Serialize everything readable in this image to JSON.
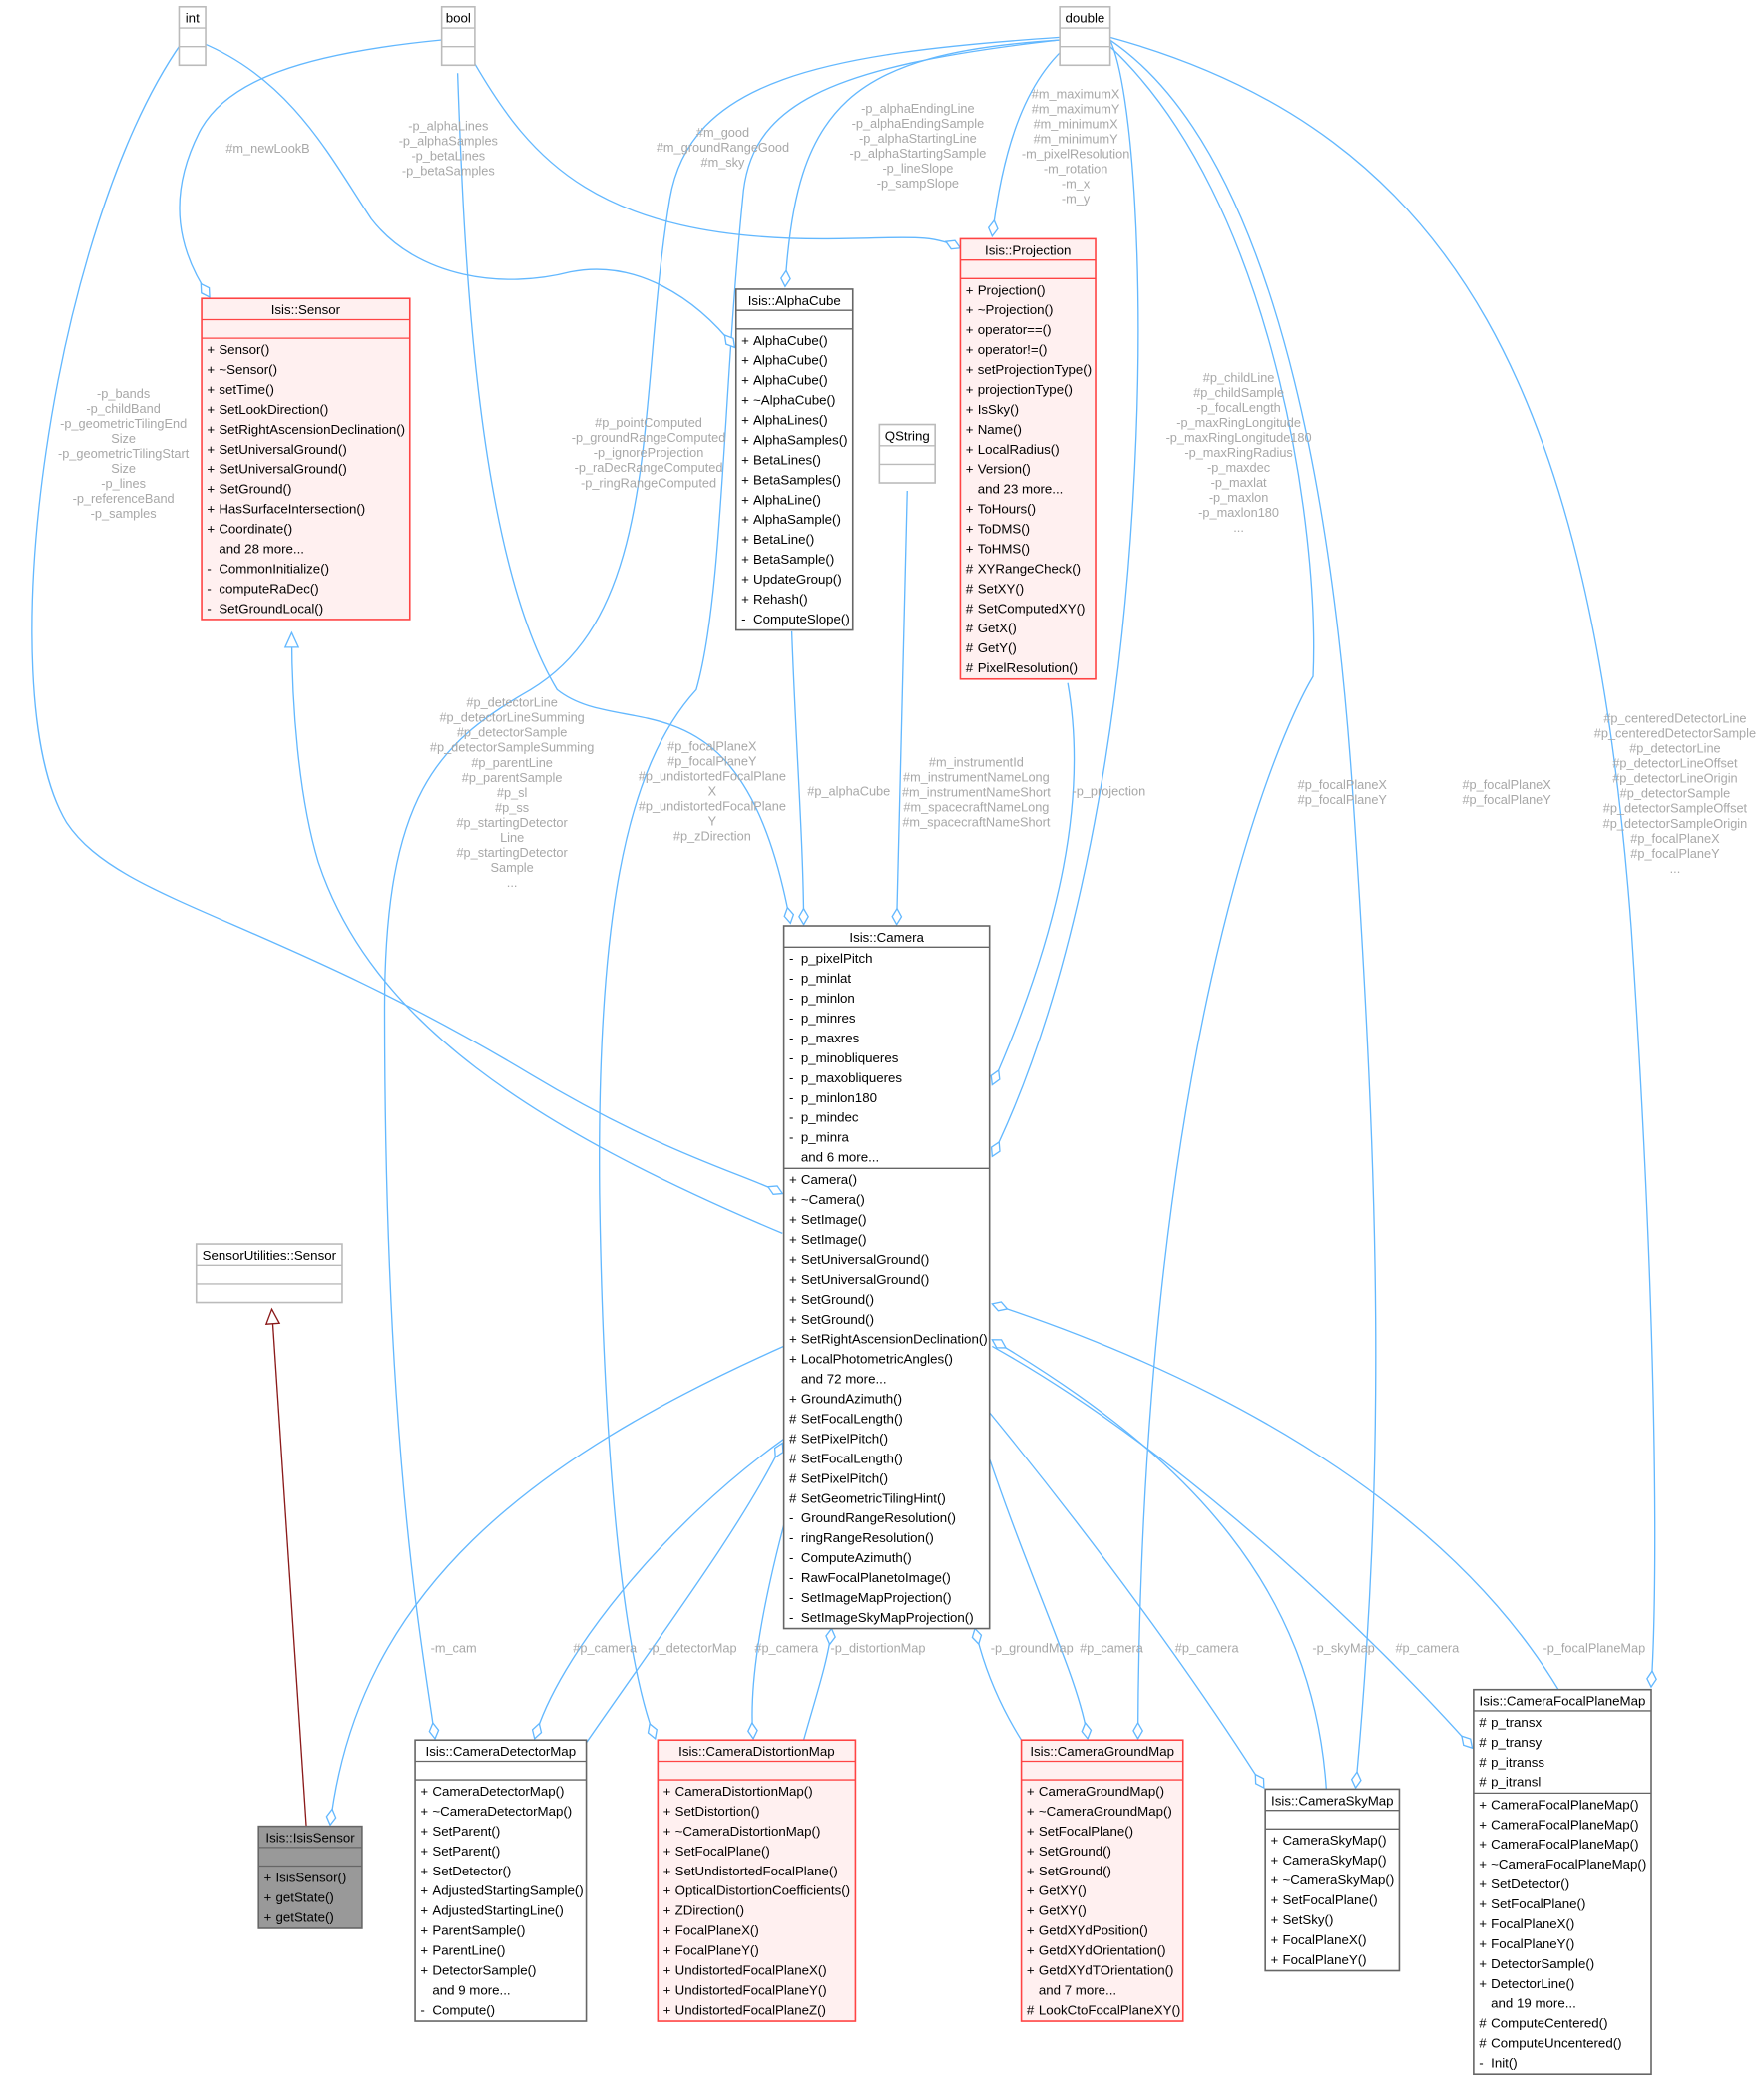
{
  "title": "Isis::IsisSensor collaboration diagram",
  "colors": {
    "edge": "#63b8ff",
    "inherit": "#8b1a1a",
    "label": "#a8a8a8",
    "red_border": "#ff4444",
    "red_fill": "#fff0f0",
    "gray_fill": "#999999"
  },
  "classes": [
    {
      "id": "int",
      "name": "int",
      "style": "prim",
      "attributes": [],
      "methods": []
    },
    {
      "id": "bool",
      "name": "bool",
      "style": "prim",
      "attributes": [],
      "methods": []
    },
    {
      "id": "double",
      "name": "double",
      "style": "prim",
      "attributes": [],
      "methods": []
    },
    {
      "id": "qstring",
      "name": "QString",
      "style": "prim",
      "attributes": [],
      "methods": []
    },
    {
      "id": "sensorutil",
      "name": "SensorUtilities::Sensor",
      "style": "prim",
      "attributes": [],
      "methods": []
    },
    {
      "id": "sensor",
      "name": "Isis::Sensor",
      "style": "red",
      "attributes": [],
      "methods": [
        {
          "v": "+",
          "n": "Sensor()"
        },
        {
          "v": "+",
          "n": "~Sensor()"
        },
        {
          "v": "+",
          "n": "setTime()"
        },
        {
          "v": "+",
          "n": "SetLookDirection()"
        },
        {
          "v": "+",
          "n": "SetRightAscensionDeclination()"
        },
        {
          "v": "+",
          "n": "SetUniversalGround()"
        },
        {
          "v": "+",
          "n": "SetUniversalGround()"
        },
        {
          "v": "+",
          "n": "SetGround()"
        },
        {
          "v": "+",
          "n": "HasSurfaceIntersection()"
        },
        {
          "v": "+",
          "n": "Coordinate()"
        },
        {
          "v": "",
          "n": "and 28 more..."
        },
        {
          "v": "-",
          "n": "CommonInitialize()"
        },
        {
          "v": "-",
          "n": "computeRaDec()"
        },
        {
          "v": "-",
          "n": "SetGroundLocal()"
        }
      ]
    },
    {
      "id": "alphacube",
      "name": "Isis::AlphaCube",
      "style": "plain",
      "attributes": [],
      "methods": [
        {
          "v": "+",
          "n": "AlphaCube()"
        },
        {
          "v": "+",
          "n": "AlphaCube()"
        },
        {
          "v": "+",
          "n": "AlphaCube()"
        },
        {
          "v": "+",
          "n": "~AlphaCube()"
        },
        {
          "v": "+",
          "n": "AlphaLines()"
        },
        {
          "v": "+",
          "n": "AlphaSamples()"
        },
        {
          "v": "+",
          "n": "BetaLines()"
        },
        {
          "v": "+",
          "n": "BetaSamples()"
        },
        {
          "v": "+",
          "n": "AlphaLine()"
        },
        {
          "v": "+",
          "n": "AlphaSample()"
        },
        {
          "v": "+",
          "n": "BetaLine()"
        },
        {
          "v": "+",
          "n": "BetaSample()"
        },
        {
          "v": "+",
          "n": "UpdateGroup()"
        },
        {
          "v": "+",
          "n": "Rehash()"
        },
        {
          "v": "-",
          "n": "ComputeSlope()"
        }
      ]
    },
    {
      "id": "projection",
      "name": "Isis::Projection",
      "style": "red",
      "attributes": [],
      "methods": [
        {
          "v": "+",
          "n": "Projection()"
        },
        {
          "v": "+",
          "n": "~Projection()"
        },
        {
          "v": "+",
          "n": "operator==()"
        },
        {
          "v": "+",
          "n": "operator!=()"
        },
        {
          "v": "+",
          "n": "setProjectionType()"
        },
        {
          "v": "+",
          "n": "projectionType()"
        },
        {
          "v": "+",
          "n": "IsSky()"
        },
        {
          "v": "+",
          "n": "Name()"
        },
        {
          "v": "+",
          "n": "LocalRadius()"
        },
        {
          "v": "+",
          "n": "Version()"
        },
        {
          "v": "",
          "n": "and 23 more..."
        },
        {
          "v": "+",
          "n": "ToHours()"
        },
        {
          "v": "+",
          "n": "ToDMS()"
        },
        {
          "v": "+",
          "n": "ToHMS()"
        },
        {
          "v": "#",
          "n": "XYRangeCheck()"
        },
        {
          "v": "#",
          "n": "SetXY()"
        },
        {
          "v": "#",
          "n": "SetComputedXY()"
        },
        {
          "v": "#",
          "n": "GetX()"
        },
        {
          "v": "#",
          "n": "GetY()"
        },
        {
          "v": "#",
          "n": "PixelResolution()"
        }
      ]
    },
    {
      "id": "camera",
      "name": "Isis::Camera",
      "style": "plain",
      "attributes": [
        {
          "v": "-",
          "n": "p_pixelPitch"
        },
        {
          "v": "-",
          "n": "p_minlat"
        },
        {
          "v": "-",
          "n": "p_minlon"
        },
        {
          "v": "-",
          "n": "p_minres"
        },
        {
          "v": "-",
          "n": "p_maxres"
        },
        {
          "v": "-",
          "n": "p_minobliqueres"
        },
        {
          "v": "-",
          "n": "p_maxobliqueres"
        },
        {
          "v": "-",
          "n": "p_minlon180"
        },
        {
          "v": "-",
          "n": "p_mindec"
        },
        {
          "v": "-",
          "n": "p_minra"
        },
        {
          "v": "",
          "n": "and 6 more..."
        }
      ],
      "methods": [
        {
          "v": "+",
          "n": "Camera()"
        },
        {
          "v": "+",
          "n": "~Camera()"
        },
        {
          "v": "+",
          "n": "SetImage()"
        },
        {
          "v": "+",
          "n": "SetImage()"
        },
        {
          "v": "+",
          "n": "SetUniversalGround()"
        },
        {
          "v": "+",
          "n": "SetUniversalGround()"
        },
        {
          "v": "+",
          "n": "SetGround()"
        },
        {
          "v": "+",
          "n": "SetGround()"
        },
        {
          "v": "+",
          "n": "SetRightAscensionDeclination()"
        },
        {
          "v": "+",
          "n": "LocalPhotometricAngles()"
        },
        {
          "v": "",
          "n": "and 72 more..."
        },
        {
          "v": "+",
          "n": "GroundAzimuth()"
        },
        {
          "v": "#",
          "n": "SetFocalLength()"
        },
        {
          "v": "#",
          "n": "SetPixelPitch()"
        },
        {
          "v": "#",
          "n": "SetFocalLength()"
        },
        {
          "v": "#",
          "n": "SetPixelPitch()"
        },
        {
          "v": "#",
          "n": "SetGeometricTilingHint()"
        },
        {
          "v": "-",
          "n": "GroundRangeResolution()"
        },
        {
          "v": "-",
          "n": "ringRangeResolution()"
        },
        {
          "v": "-",
          "n": "ComputeAzimuth()"
        },
        {
          "v": "-",
          "n": "RawFocalPlanetoImage()"
        },
        {
          "v": "-",
          "n": "SetImageMapProjection()"
        },
        {
          "v": "-",
          "n": "SetImageSkyMapProjection()"
        }
      ]
    },
    {
      "id": "isissensor",
      "name": "Isis::IsisSensor",
      "style": "gray",
      "attributes": [],
      "methods": [
        {
          "v": "+",
          "n": "IsisSensor()"
        },
        {
          "v": "+",
          "n": "getState()"
        },
        {
          "v": "+",
          "n": "getState()"
        }
      ]
    },
    {
      "id": "detectormap",
      "name": "Isis::CameraDetectorMap",
      "style": "plain",
      "attributes": [],
      "methods": [
        {
          "v": "+",
          "n": "CameraDetectorMap()"
        },
        {
          "v": "+",
          "n": "~CameraDetectorMap()"
        },
        {
          "v": "+",
          "n": "SetParent()"
        },
        {
          "v": "+",
          "n": "SetParent()"
        },
        {
          "v": "+",
          "n": "SetDetector()"
        },
        {
          "v": "+",
          "n": "AdjustedStartingSample()"
        },
        {
          "v": "+",
          "n": "AdjustedStartingLine()"
        },
        {
          "v": "+",
          "n": "ParentSample()"
        },
        {
          "v": "+",
          "n": "ParentLine()"
        },
        {
          "v": "+",
          "n": "DetectorSample()"
        },
        {
          "v": "",
          "n": "and 9 more..."
        },
        {
          "v": "-",
          "n": "Compute()"
        }
      ]
    },
    {
      "id": "distortionmap",
      "name": "Isis::CameraDistortionMap",
      "style": "red",
      "attributes": [],
      "methods": [
        {
          "v": "+",
          "n": "CameraDistortionMap()"
        },
        {
          "v": "+",
          "n": "SetDistortion()"
        },
        {
          "v": "+",
          "n": "~CameraDistortionMap()"
        },
        {
          "v": "+",
          "n": "SetFocalPlane()"
        },
        {
          "v": "+",
          "n": "SetUndistortedFocalPlane()"
        },
        {
          "v": "+",
          "n": "OpticalDistortionCoefficients()"
        },
        {
          "v": "+",
          "n": "ZDirection()"
        },
        {
          "v": "+",
          "n": "FocalPlaneX()"
        },
        {
          "v": "+",
          "n": "FocalPlaneY()"
        },
        {
          "v": "+",
          "n": "UndistortedFocalPlaneX()"
        },
        {
          "v": "+",
          "n": "UndistortedFocalPlaneY()"
        },
        {
          "v": "+",
          "n": "UndistortedFocalPlaneZ()"
        }
      ]
    },
    {
      "id": "groundmap",
      "name": "Isis::CameraGroundMap",
      "style": "red",
      "attributes": [],
      "methods": [
        {
          "v": "+",
          "n": "CameraGroundMap()"
        },
        {
          "v": "+",
          "n": "~CameraGroundMap()"
        },
        {
          "v": "+",
          "n": "SetFocalPlane()"
        },
        {
          "v": "+",
          "n": "SetGround()"
        },
        {
          "v": "+",
          "n": "SetGround()"
        },
        {
          "v": "+",
          "n": "GetXY()"
        },
        {
          "v": "+",
          "n": "GetXY()"
        },
        {
          "v": "+",
          "n": "GetdXYdPosition()"
        },
        {
          "v": "+",
          "n": "GetdXYdOrientation()"
        },
        {
          "v": "+",
          "n": "GetdXYdTOrientation()"
        },
        {
          "v": "",
          "n": "and 7 more..."
        },
        {
          "v": "#",
          "n": "LookCtoFocalPlaneXY()"
        }
      ]
    },
    {
      "id": "skymap",
      "name": "Isis::CameraSkyMap",
      "style": "plain",
      "attributes": [],
      "methods": [
        {
          "v": "+",
          "n": "CameraSkyMap()"
        },
        {
          "v": "+",
          "n": "CameraSkyMap()"
        },
        {
          "v": "+",
          "n": "~CameraSkyMap()"
        },
        {
          "v": "+",
          "n": "SetFocalPlane()"
        },
        {
          "v": "+",
          "n": "SetSky()"
        },
        {
          "v": "+",
          "n": "FocalPlaneX()"
        },
        {
          "v": "+",
          "n": "FocalPlaneY()"
        }
      ]
    },
    {
      "id": "focalplanemap",
      "name": "Isis::CameraFocalPlaneMap",
      "style": "plain",
      "attributes": [
        {
          "v": "#",
          "n": "p_transx"
        },
        {
          "v": "#",
          "n": "p_transy"
        },
        {
          "v": "#",
          "n": "p_itranss"
        },
        {
          "v": "#",
          "n": "p_itransl"
        }
      ],
      "methods": [
        {
          "v": "+",
          "n": "CameraFocalPlaneMap()"
        },
        {
          "v": "+",
          "n": "CameraFocalPlaneMap()"
        },
        {
          "v": "+",
          "n": "CameraFocalPlaneMap()"
        },
        {
          "v": "+",
          "n": "~CameraFocalPlaneMap()"
        },
        {
          "v": "+",
          "n": "SetDetector()"
        },
        {
          "v": "+",
          "n": "SetFocalPlane()"
        },
        {
          "v": "+",
          "n": "FocalPlaneX()"
        },
        {
          "v": "+",
          "n": "FocalPlaneY()"
        },
        {
          "v": "+",
          "n": "DetectorSample()"
        },
        {
          "v": "+",
          "n": "DetectorLine()"
        },
        {
          "v": "",
          "n": "and 19 more..."
        },
        {
          "v": "#",
          "n": "ComputeCentered()"
        },
        {
          "v": "#",
          "n": "ComputeUncentered()"
        },
        {
          "v": "-",
          "n": "Init()"
        }
      ]
    }
  ],
  "edge_labels": [
    [
      "#m_newLookB"
    ],
    [
      "-p_alphaLines",
      "-p_alphaSamples",
      "-p_betaLines",
      "-p_betaSamples"
    ],
    [
      "#m_good",
      "#m_groundRangeGood",
      "#m_sky"
    ],
    [
      "-p_alphaEndingLine",
      "-p_alphaEndingSample",
      "-p_alphaStartingLine",
      "-p_alphaStartingSample",
      "-p_lineSlope",
      "-p_sampSlope"
    ],
    [
      "#m_maximumX",
      "#m_maximumY",
      "#m_minimumX",
      "#m_minimumY",
      "-m_pixelResolution",
      "-m_rotation",
      "-m_x",
      "-m_y"
    ],
    [
      "-p_bands",
      "-p_childBand",
      "-p_geometricTilingEnd",
      "Size",
      "-p_geometricTilingStart",
      "Size",
      "-p_lines",
      "-p_referenceBand",
      "-p_samples"
    ],
    [
      "#p_pointComputed",
      "-p_groundRangeComputed",
      "-p_ignoreProjection",
      "-p_raDecRangeComputed",
      "-p_ringRangeComputed"
    ],
    [
      "#p_childLine",
      "#p_childSample",
      "-p_focalLength",
      "-p_maxRingLongitude",
      "-p_maxRingLongitude180",
      "-p_maxRingRadius",
      "-p_maxdec",
      "-p_maxlat",
      "-p_maxlon",
      "-p_maxlon180",
      "..."
    ],
    [
      "#p_detectorLine",
      "#p_detectorLineSumming",
      "#p_detectorSample",
      "#p_detectorSampleSumming",
      "#p_parentLine",
      "#p_parentSample",
      "#p_sl",
      "#p_ss",
      "#p_startingDetector",
      "Line",
      "#p_startingDetector",
      "Sample",
      "..."
    ],
    [
      "#p_focalPlaneX",
      "#p_focalPlaneY",
      "#p_undistortedFocalPlane",
      "X",
      "#p_undistortedFocalPlane",
      "Y",
      "#p_zDirection"
    ],
    [
      "#p_alphaCube"
    ],
    [
      "#m_instrumentId",
      "#m_instrumentNameLong",
      "#m_instrumentNameShort",
      "#m_spacecraftNameLong",
      "#m_spacecraftNameShort"
    ],
    [
      "-p_projection"
    ],
    [
      "#p_focalPlaneX",
      "#p_focalPlaneY"
    ],
    [
      "#p_focalPlaneX",
      "#p_focalPlaneY"
    ],
    [
      "#p_centeredDetectorLine",
      "#p_centeredDetectorSample",
      "#p_detectorLine",
      "#p_detectorLineOffset",
      "#p_detectorLineOrigin",
      "#p_detectorSample",
      "#p_detectorSampleOffset",
      "#p_detectorSampleOrigin",
      "#p_focalPlaneX",
      "#p_focalPlaneY",
      "..."
    ],
    [
      "-m_cam"
    ],
    [
      "#p_camera"
    ],
    [
      "-p_detectorMap"
    ],
    [
      "#p_camera"
    ],
    [
      "-p_distortionMap"
    ],
    [
      "-p_groundMap"
    ],
    [
      "#p_camera"
    ],
    [
      "#p_camera"
    ],
    [
      "-p_skyMap"
    ],
    [
      "#p_camera"
    ],
    [
      "-p_focalPlaneMap"
    ]
  ]
}
